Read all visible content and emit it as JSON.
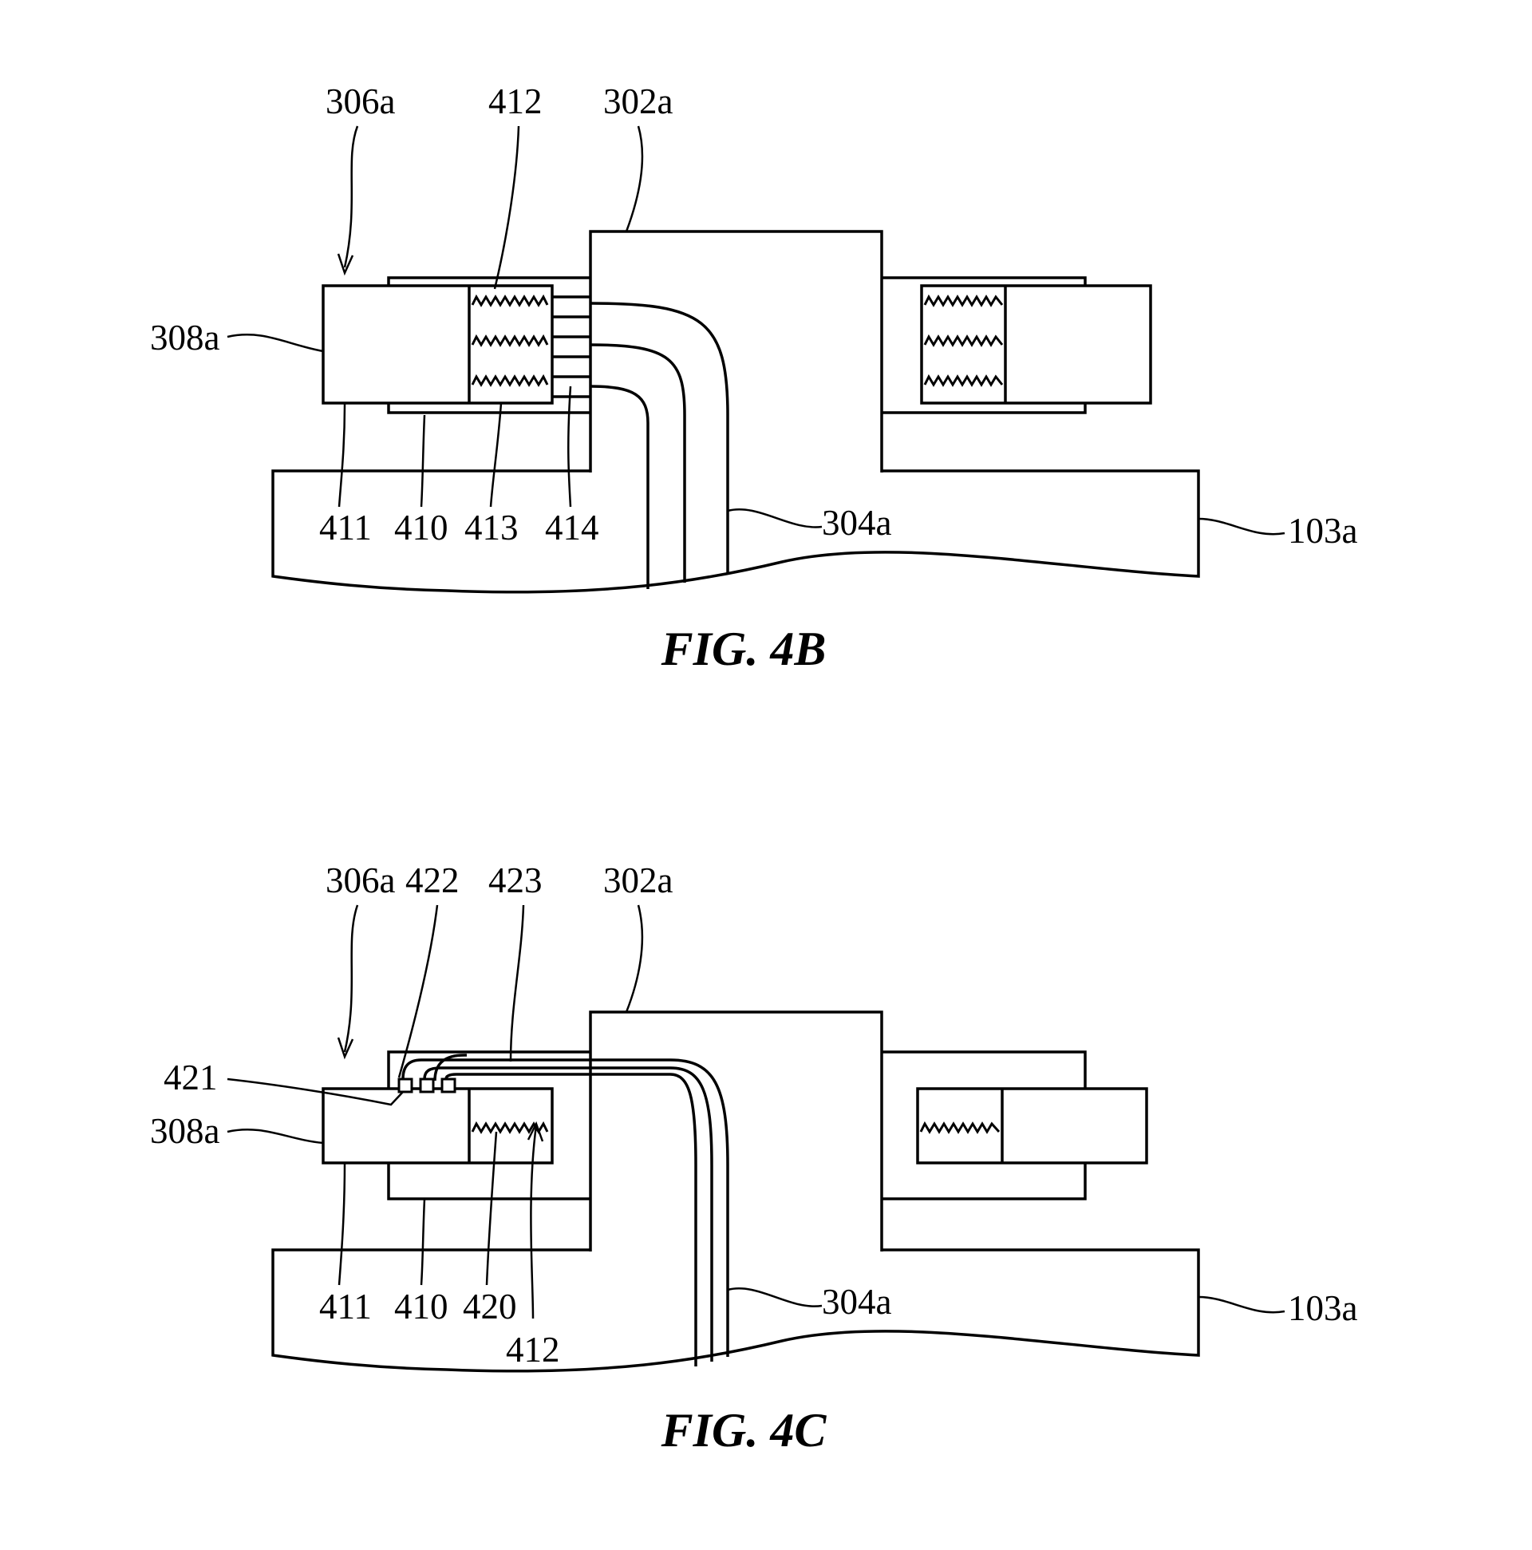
{
  "fig4b": {
    "caption": "FIG. 4B",
    "labels": {
      "l306a": "306a",
      "l412": "412",
      "l302a": "302a",
      "l308a": "308a",
      "l411": "411",
      "l410": "410",
      "l413": "413",
      "l414": "414",
      "l304a": "304a",
      "l103a": "103a"
    }
  },
  "fig4c": {
    "caption": "FIG. 4C",
    "labels": {
      "l306a": "306a",
      "l422": "422",
      "l423": "423",
      "l302a": "302a",
      "l421": "421",
      "l308a": "308a",
      "l411": "411",
      "l410": "410",
      "l420": "420",
      "l412": "412",
      "l304a": "304a",
      "l103a": "103a"
    }
  }
}
